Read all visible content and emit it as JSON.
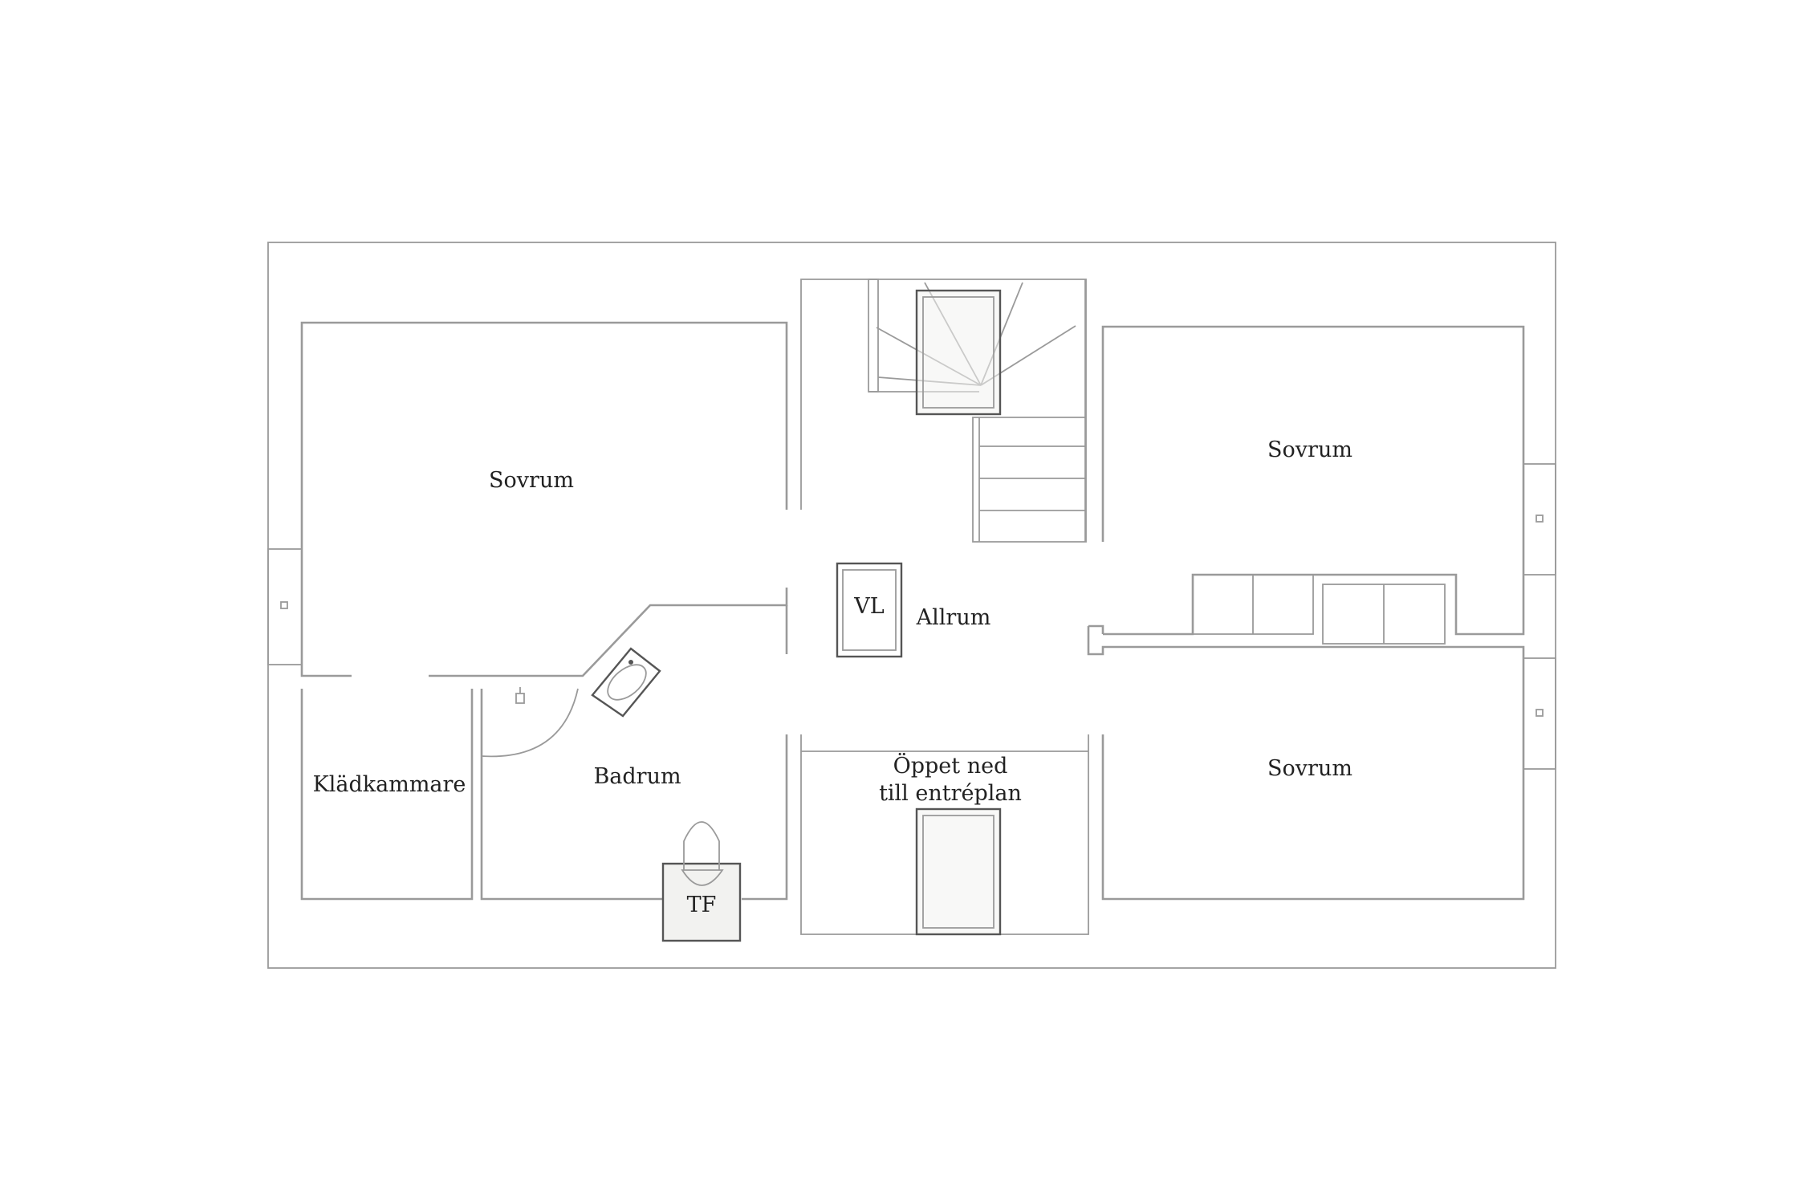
{
  "rooms": {
    "sovrum_1": "Sovrum",
    "sovrum_2": "Sovrum",
    "sovrum_3": "Sovrum",
    "allrum": "Allrum",
    "badrum": "Badrum",
    "kladkammare": "Klädkammare",
    "oppet_line1": "Öppet ned",
    "oppet_line2": "till entréplan"
  },
  "fixtures": {
    "vl": "VL",
    "tf": "TF"
  },
  "colors": {
    "wall": "#9a9a9a",
    "fixture_fill": "#f2f2f0",
    "fixture_stroke": "#555555",
    "text": "#222222"
  }
}
